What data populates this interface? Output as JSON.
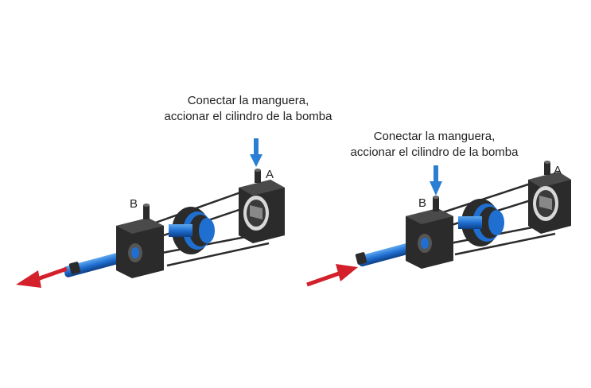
{
  "panels": [
    {
      "caption_line1": "Conectar la manguera,",
      "caption_line2": "accionar el cilindro de la bomba",
      "label_a": "A",
      "label_b": "B",
      "connected_port": "A",
      "rod_motion": "extend"
    },
    {
      "caption_line1": "Conectar la manguera,",
      "caption_line2": "accionar el cilindro de la bomba",
      "label_a": "A",
      "label_b": "B",
      "connected_port": "B",
      "rod_motion": "retract"
    }
  ],
  "colors": {
    "body": "#2b2b2b",
    "piston_rod": "#1f6fd1",
    "air_arrow": "#2a7fd4",
    "motion_arrow": "#d3202a"
  }
}
